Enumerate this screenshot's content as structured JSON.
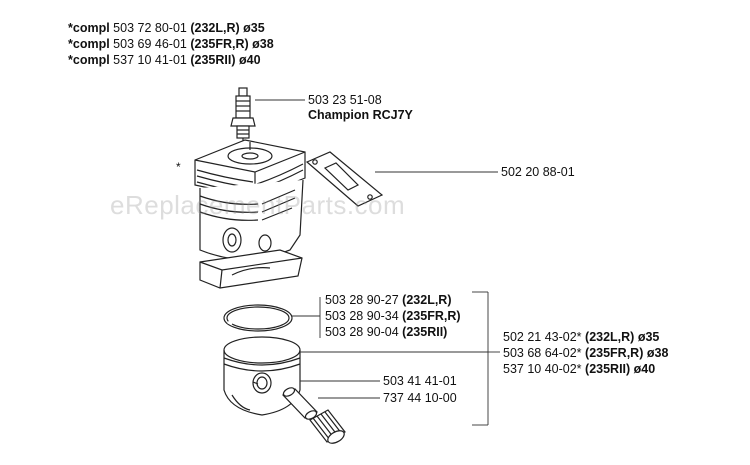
{
  "header": [
    {
      "pre": "*compl",
      "num": "503 72 80-01",
      "model": "(232L,R)",
      "size": "ø35"
    },
    {
      "pre": "*compl",
      "num": "503 69 46-01",
      "model": "(235FR,R)",
      "size": "ø38"
    },
    {
      "pre": "*compl",
      "num": "537 10 41-01",
      "model": "(235RII)",
      "size": "ø40"
    }
  ],
  "star_mark": "*",
  "watermark": "eReplacementParts.com",
  "spark_plug": {
    "num": "503 23 51-08",
    "name": "Champion RCJ7Y"
  },
  "gasket": {
    "num": "502 20 88-01"
  },
  "rings": [
    {
      "num": "503 28 90-27",
      "model": "(232L,R)"
    },
    {
      "num": "503 28 90-34",
      "model": "(235FR,R)"
    },
    {
      "num": "503 28 90-04",
      "model": "(235RII)"
    }
  ],
  "pistons": [
    {
      "num": "502 21 43-02*",
      "model": "(232L,R)",
      "size": "ø35"
    },
    {
      "num": "503 68 64-02*",
      "model": "(235FR,R)",
      "size": "ø38"
    },
    {
      "num": "537 10 40-02*",
      "model": "(235RII)",
      "size": "ø40"
    }
  ],
  "pin": {
    "num": "503 41 41-01"
  },
  "bearing": {
    "num": "737 44 10-00"
  }
}
